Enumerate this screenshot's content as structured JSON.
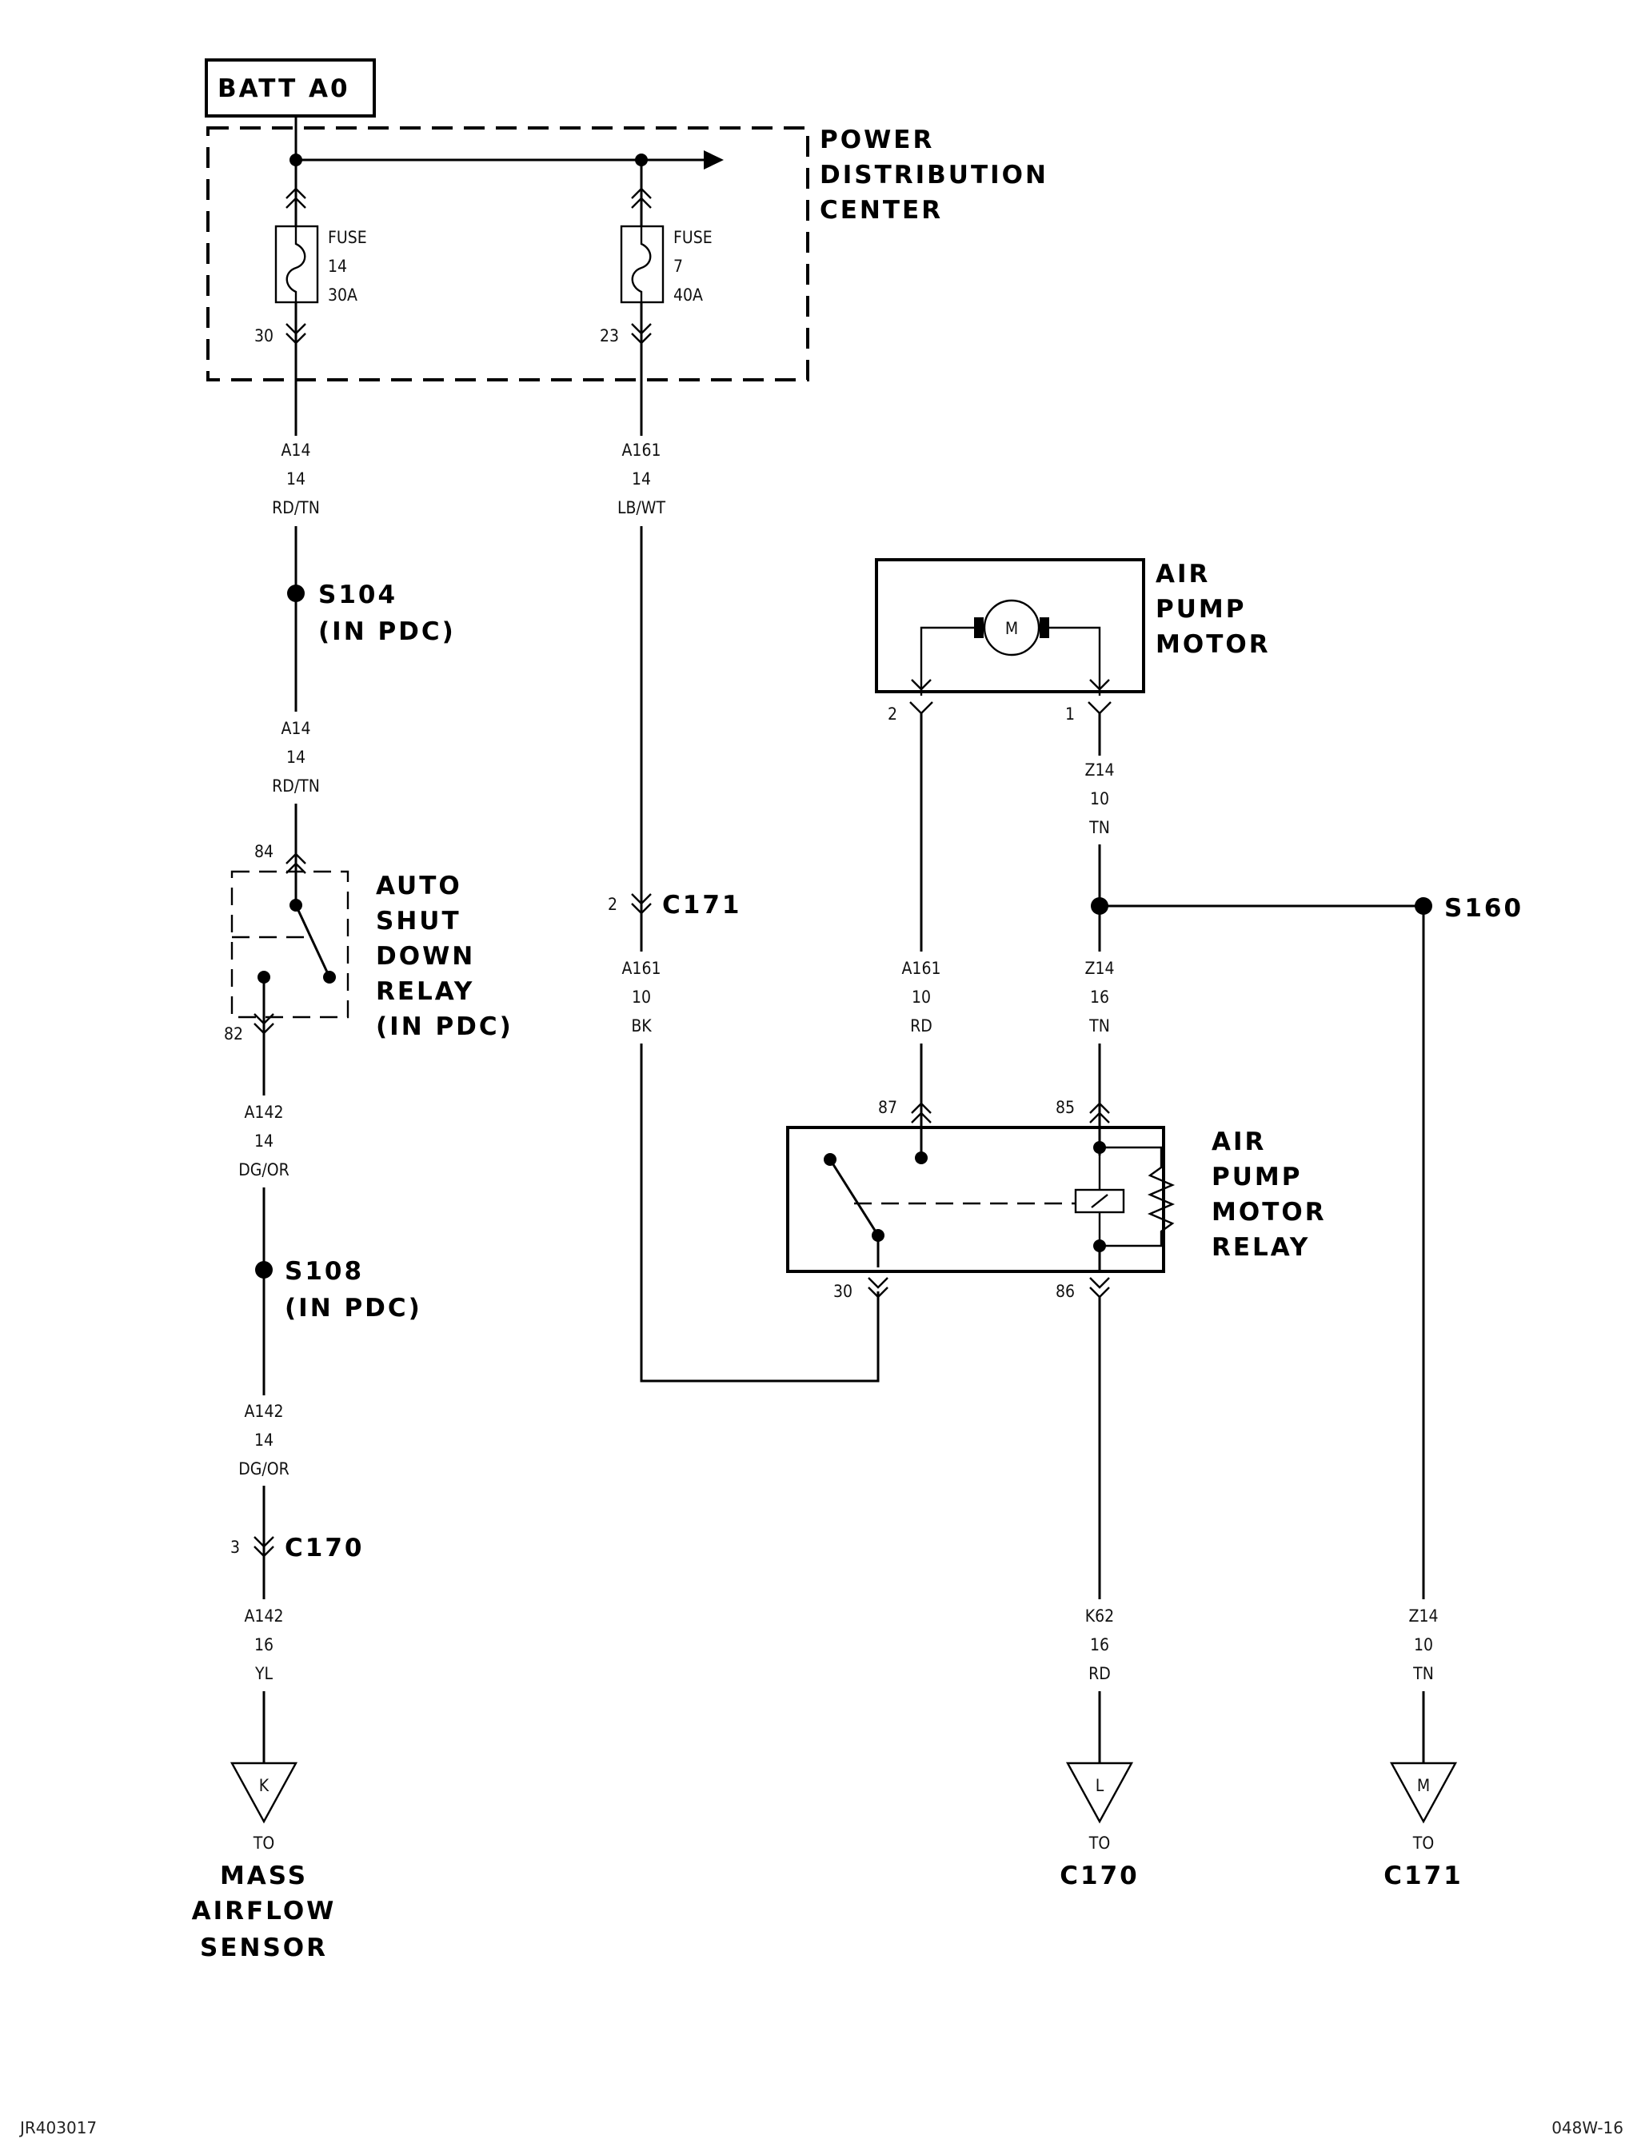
{
  "battery": {
    "label": "BATT A0"
  },
  "pdc": {
    "line1": "POWER",
    "line2": "DISTRIBUTION",
    "line3": "CENTER"
  },
  "fuse14": {
    "title": "FUSE",
    "number": "14",
    "rating": "30A",
    "pin": "30"
  },
  "fuse7": {
    "title": "FUSE",
    "number": "7",
    "rating": "40A",
    "pin": "23"
  },
  "wire_a14_top": {
    "circuit": "A14",
    "gauge": "14",
    "color": "RD/TN"
  },
  "wire_a161_top": {
    "circuit": "A161",
    "gauge": "14",
    "color": "LB/WT"
  },
  "splice_s104": {
    "name": "S104",
    "note": "(IN PDC)"
  },
  "wire_a14_mid": {
    "circuit": "A14",
    "gauge": "14",
    "color": "RD/TN"
  },
  "asd_relay": {
    "pin_in": "84",
    "pin_out": "82",
    "line1": "AUTO",
    "line2": "SHUT",
    "line3": "DOWN",
    "line4": "RELAY",
    "line5": "(IN PDC)"
  },
  "wire_a142_1": {
    "circuit": "A142",
    "gauge": "14",
    "color": "DG/OR"
  },
  "splice_s108": {
    "name": "S108",
    "note": "(IN PDC)"
  },
  "wire_a142_2": {
    "circuit": "A142",
    "gauge": "14",
    "color": "DG/OR"
  },
  "connector_c170": {
    "pin": "3",
    "name": "C170"
  },
  "wire_a142_3": {
    "circuit": "A142",
    "gauge": "16",
    "color": "YL"
  },
  "connector_c171": {
    "pin": "2",
    "name": "C171"
  },
  "wire_a161_bk": {
    "circuit": "A161",
    "gauge": "10",
    "color": "BK"
  },
  "air_pump_motor": {
    "line1": "AIR",
    "line2": "PUMP",
    "line3": "MOTOR",
    "motor_symbol": "M",
    "pin_left": "2",
    "pin_right": "1"
  },
  "wire_z14_top": {
    "circuit": "Z14",
    "gauge": "10",
    "color": "TN"
  },
  "splice_s160": {
    "name": "S160"
  },
  "wire_a161_rd": {
    "circuit": "A161",
    "gauge": "10",
    "color": "RD"
  },
  "wire_z14_mid": {
    "circuit": "Z14",
    "gauge": "16",
    "color": "TN"
  },
  "air_pump_relay": {
    "line1": "AIR",
    "line2": "PUMP",
    "line3": "MOTOR",
    "line4": "RELAY",
    "pin87": "87",
    "pin85": "85",
    "pin30": "30",
    "pin86": "86"
  },
  "wire_k62": {
    "circuit": "K62",
    "gauge": "16",
    "color": "RD"
  },
  "wire_z14_right": {
    "circuit": "Z14",
    "gauge": "10",
    "color": "TN"
  },
  "terminal_k": {
    "letter": "K",
    "to": "TO",
    "line1": "MASS",
    "line2": "AIRFLOW",
    "line3": "SENSOR"
  },
  "terminal_l": {
    "letter": "L",
    "to": "TO",
    "dest": "C170"
  },
  "terminal_m": {
    "letter": "M",
    "to": "TO",
    "dest": "C171"
  },
  "footer": {
    "left": "JR403017",
    "right": "048W-16"
  }
}
